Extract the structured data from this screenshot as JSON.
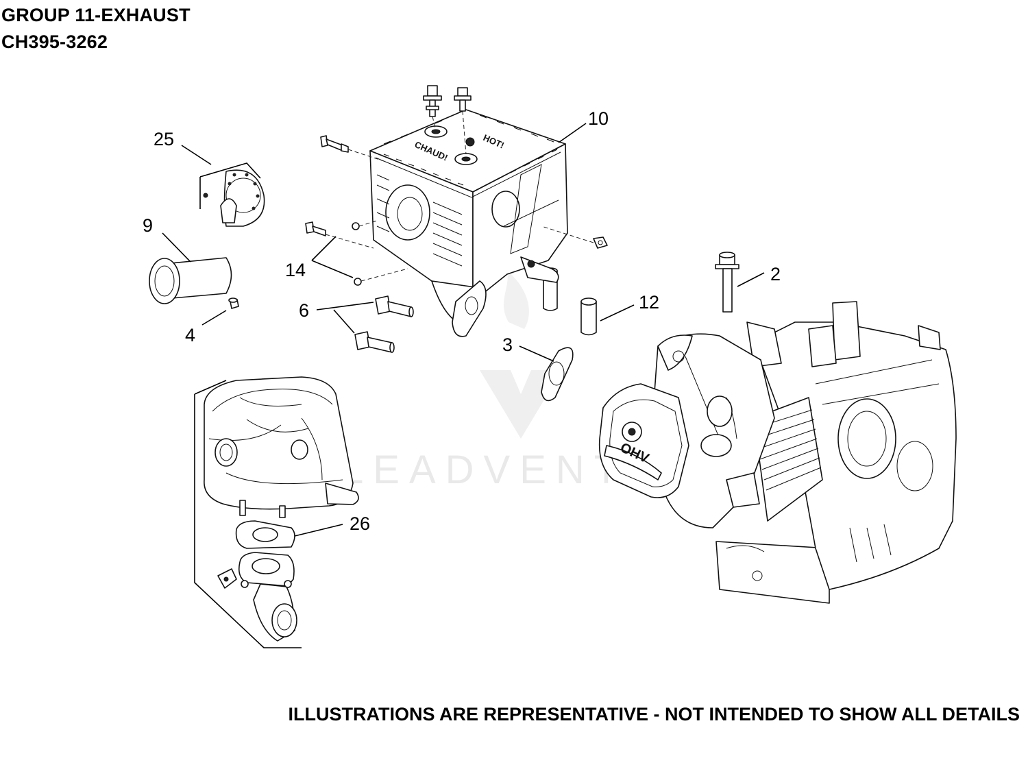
{
  "header": {
    "title": "GROUP 11-EXHAUST",
    "model": "CH395-3262"
  },
  "footer": {
    "disclaimer": "ILLUSTRATIONS ARE REPRESENTATIVE - NOT INTENDED TO SHOW ALL DETAILS"
  },
  "watermark": {
    "text": "LEADVENTURE"
  },
  "muffler_labels": {
    "left": "CHAUD!",
    "right": "HOT!"
  },
  "engine_label": "OHV",
  "callouts": [
    "25",
    "9",
    "4",
    "14",
    "6",
    "10",
    "3",
    "12",
    "2",
    "26"
  ],
  "colors": {
    "ink": "#000000",
    "background": "#ffffff",
    "watermark": "#e9e9e9"
  }
}
